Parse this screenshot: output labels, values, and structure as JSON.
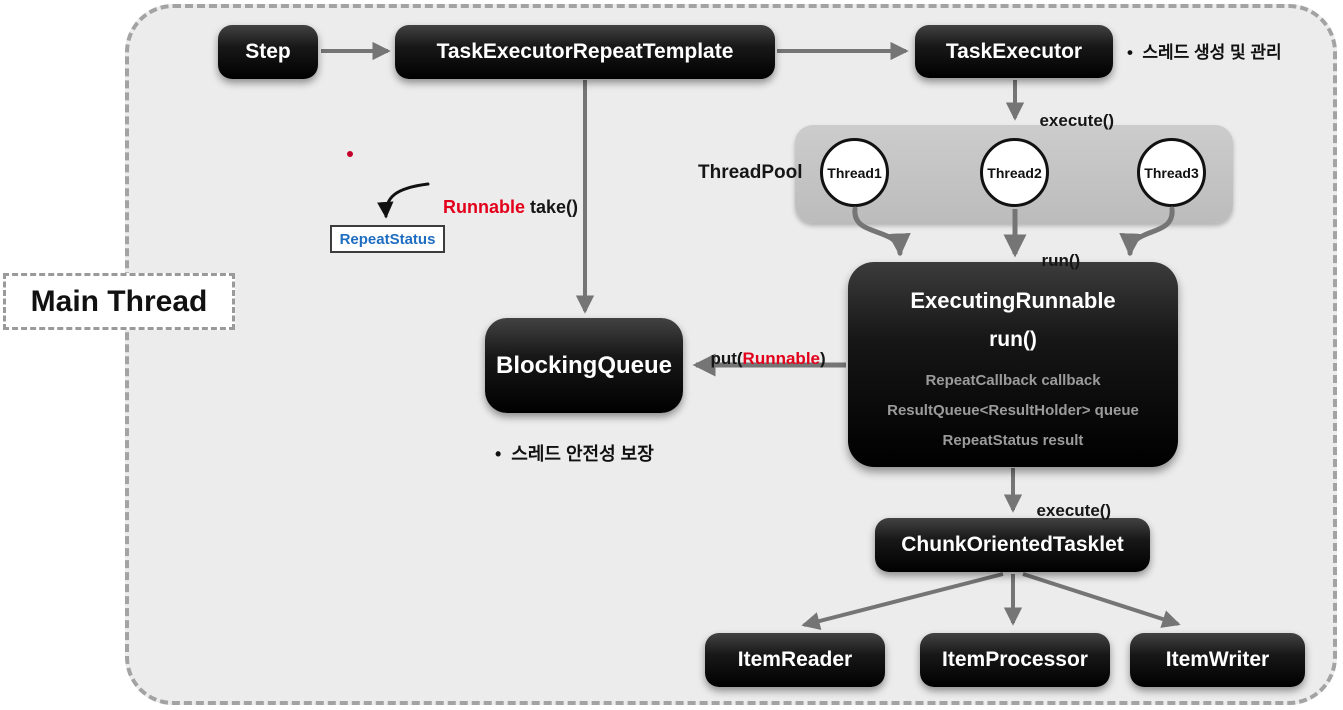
{
  "diagram": {
    "nodes": {
      "step": "Step",
      "task_executor_repeat_template": "TaskExecutorRepeatTemplate",
      "task_executor": "TaskExecutor",
      "thread_pool_label": "ThreadPool",
      "thread1": "Thread1",
      "thread2": "Thread2",
      "thread3": "Thread3",
      "executing_runnable_title": "ExecutingRunnable",
      "executing_runnable_method": "run()",
      "executing_runnable_fields": [
        "RepeatCallback callback",
        "ResultQueue<ResultHolder> queue",
        "RepeatStatus result"
      ],
      "blocking_queue": "BlockingQueue",
      "chunk_oriented_tasklet": "ChunkOrientedTasklet",
      "item_reader": "ItemReader",
      "item_processor": "ItemProcessor",
      "item_writer": "ItemWriter",
      "repeat_status": "RepeatStatus",
      "main_thread": "Main Thread"
    },
    "edge_labels": {
      "execute_top": "execute()",
      "run": "run()",
      "put_prefix": "put(",
      "put_arg": "Runnable",
      "put_suffix": ")",
      "take_arg": "Runnable",
      "take_suffix": " take()",
      "execute_bottom": "execute()"
    },
    "notes": {
      "thread_management": "•  스레드 생성 및 관리",
      "thread_safety": "•  스레드 안전성 보장"
    },
    "colors": {
      "accent_red": "#e3001b",
      "accent_blue": "#1f6dc1",
      "arrow_gray": "#757575",
      "node_black": "#000000",
      "pool_gray": "#c3c3c3",
      "canvas_bg": "#ececec"
    }
  }
}
